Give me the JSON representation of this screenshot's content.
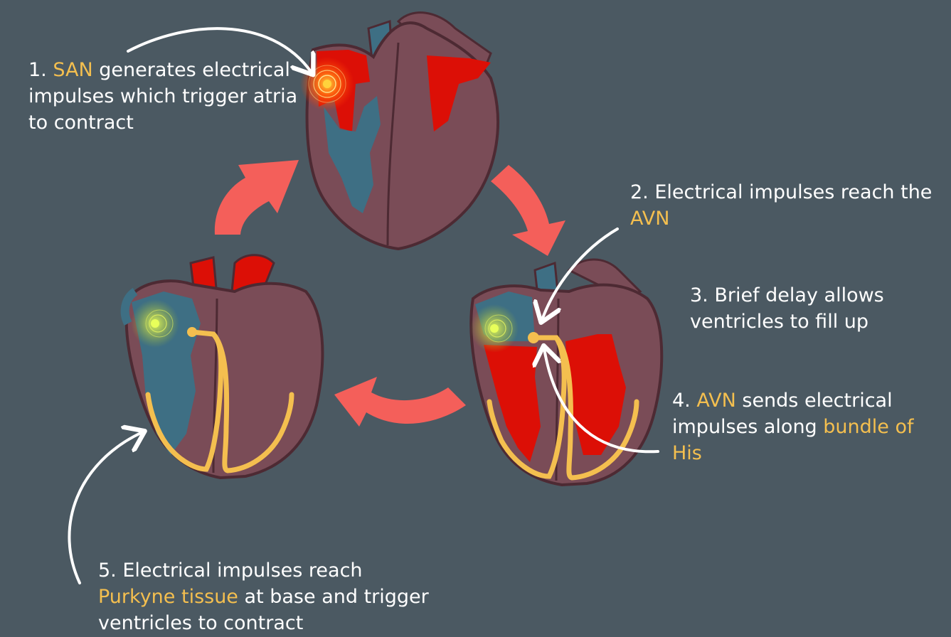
{
  "colors": {
    "background": "#4b5962",
    "text": "#ffffff",
    "highlight": "#f4bf4f",
    "cycle_arrow": "#f45f5a",
    "heart_muscle": "#7a4c57",
    "heart_outline": "#4d2a33",
    "deoxygenated_blood": "#3e6f84",
    "oxygenated_blood": "#dc0f06",
    "conduction_fibres": "#f4bf4f"
  },
  "steps": {
    "s1": {
      "num": "1.",
      "hl": "SAN",
      "text": "generates electrical impulses which trigger atria to contract"
    },
    "s2": {
      "text": "2. Electrical impulses reach the",
      "hl": "AVN"
    },
    "s3": {
      "text": "3. Brief delay allows ventricles to fill up"
    },
    "s4": {
      "num": "4.",
      "hl": "AVN",
      "text1": "sends electrical impulses along",
      "hl2": "bundle of His"
    },
    "s5": {
      "text": "5. Electrical impulses reach",
      "hl": "Purkyne tissue",
      "text2": "at base and trigger ventricles to contract"
    }
  }
}
